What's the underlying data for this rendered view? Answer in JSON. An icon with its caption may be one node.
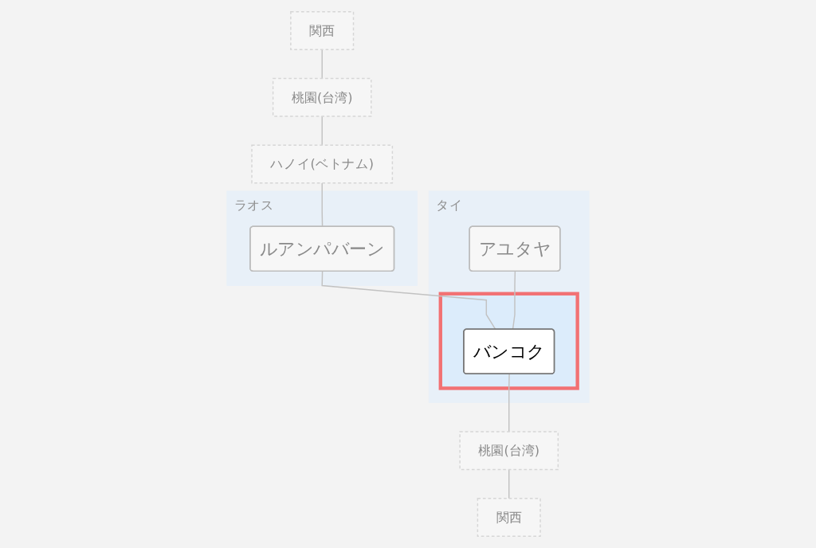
{
  "diagram": {
    "nodes": [
      {
        "text": [
          "関西"
        ]
      },
      {
        "text": [
          "桃園(台湾)"
        ]
      },
      {
        "text": [
          "ハノイ(ベトナム)"
        ]
      },
      {
        "text": [
          "ラオス"
        ]
      },
      {
        "text": [
          "ルアンパバーン"
        ],
        "in": 3
      },
      {
        "text": [
          "タイ"
        ]
      },
      {
        "text": [
          "アユタヤ"
        ],
        "in": 5
      },
      {
        "text": [],
        "shape": "box",
        "in": 5
      },
      {
        "text": [
          "バンコク"
        ],
        "in": 7
      },
      {
        "text": [
          "桃園(台湾)"
        ]
      },
      {
        "text": [
          "関西"
        ]
      }
    ],
    "edges": [
      {
        "from": 0,
        "to": 1,
        "arrow": "none"
      },
      {
        "from": 1,
        "to": 2,
        "arrow": "none"
      },
      {
        "from": 2,
        "to": 4,
        "arrow": "none"
      },
      {
        "from": 4,
        "to": 8,
        "arrow": "none"
      },
      {
        "from": 6,
        "to": 8,
        "arrow": "none"
      },
      {
        "from": 8,
        "to": 9,
        "arrow": "none"
      },
      {
        "from": 9,
        "to": 10,
        "arrow": "none"
      }
    ]
  }
}
